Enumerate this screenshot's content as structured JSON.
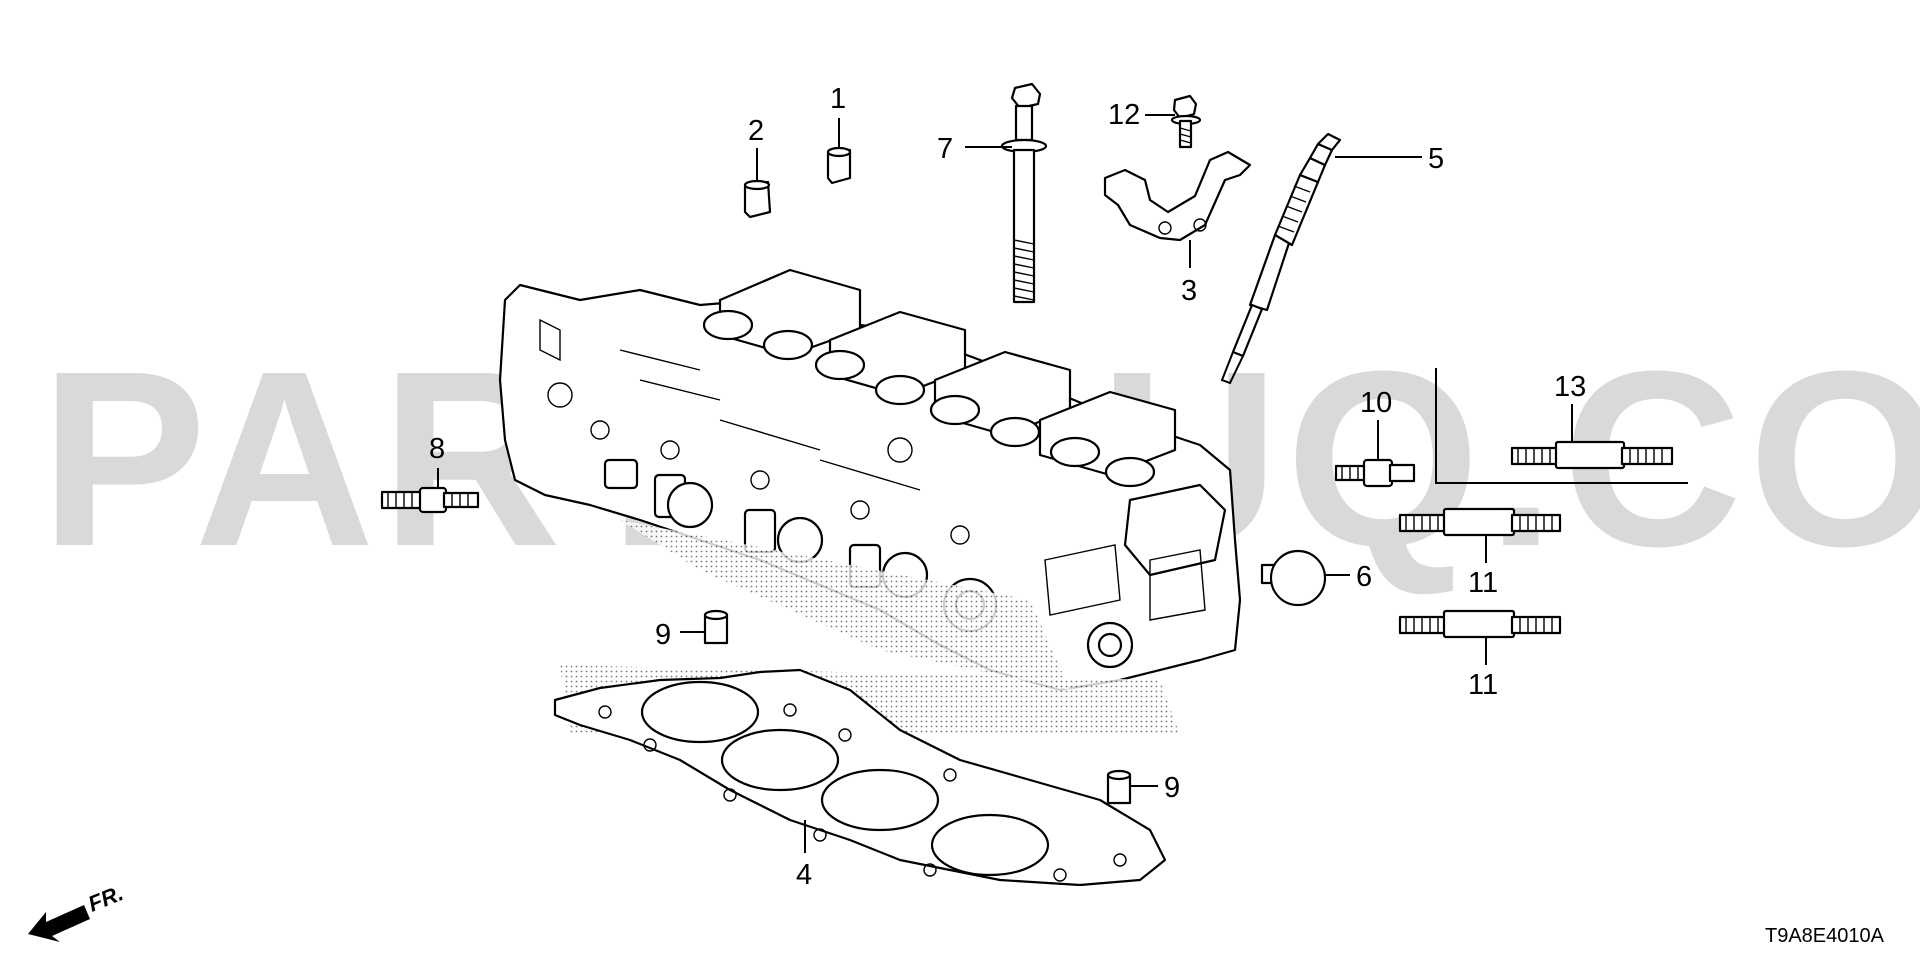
{
  "watermark": "PARTSOUQ.COM",
  "direction_label": "FR.",
  "diagram_code": "T9A8E4010A",
  "callouts": {
    "c1": "1",
    "c2": "2",
    "c3": "3",
    "c4": "4",
    "c5": "5",
    "c6": "6",
    "c7": "7",
    "c8": "8",
    "c9a": "9",
    "c9b": "9",
    "c10": "10",
    "c11a": "11",
    "c11b": "11",
    "c12": "12",
    "c13": "13"
  },
  "colors": {
    "ink": "#000000",
    "watermark": "#d9d9d9",
    "background": "#ffffff"
  }
}
